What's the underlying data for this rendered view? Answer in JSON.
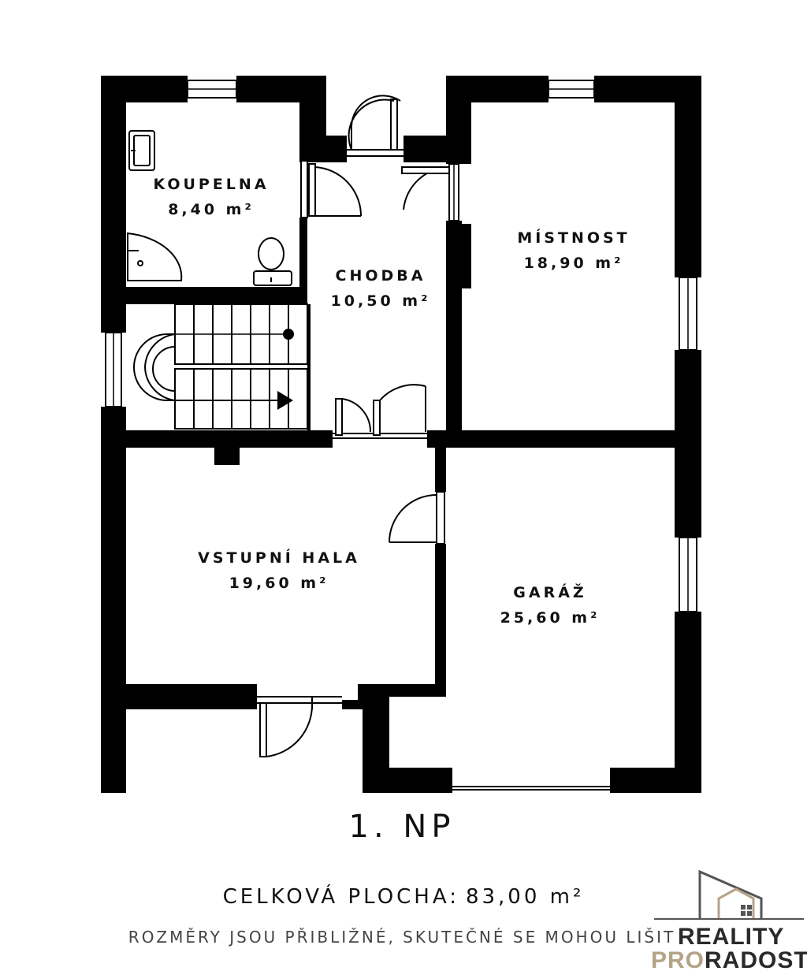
{
  "floor": {
    "label": "1. NP"
  },
  "summary": {
    "total_label": "CELKOVÁ PLOCHA:",
    "total_value": "83,00 m²",
    "note": "ROZMĚRY JSOU PŘIBLIŽNÉ, SKUTEČNÉ SE MOHOU LIŠIT"
  },
  "rooms": [
    {
      "name": "KOUPELNA",
      "area": "8,40 m²"
    },
    {
      "name": "CHODBA",
      "area": "10,50 m²"
    },
    {
      "name": "MÍSTNOST",
      "area": "18,90 m²"
    },
    {
      "name": "VSTUPNÍ HALA",
      "area": "19,60 m²"
    },
    {
      "name": "GARÁŽ",
      "area": "25,60 m²"
    }
  ],
  "logo": {
    "line1": "REALITY",
    "line2_pro": "PRO",
    "line2_rest": "RADOST"
  },
  "colors": {
    "wall": "#000000",
    "logo_accent": "#b3a488",
    "logo_dark": "#2a2a2a"
  }
}
